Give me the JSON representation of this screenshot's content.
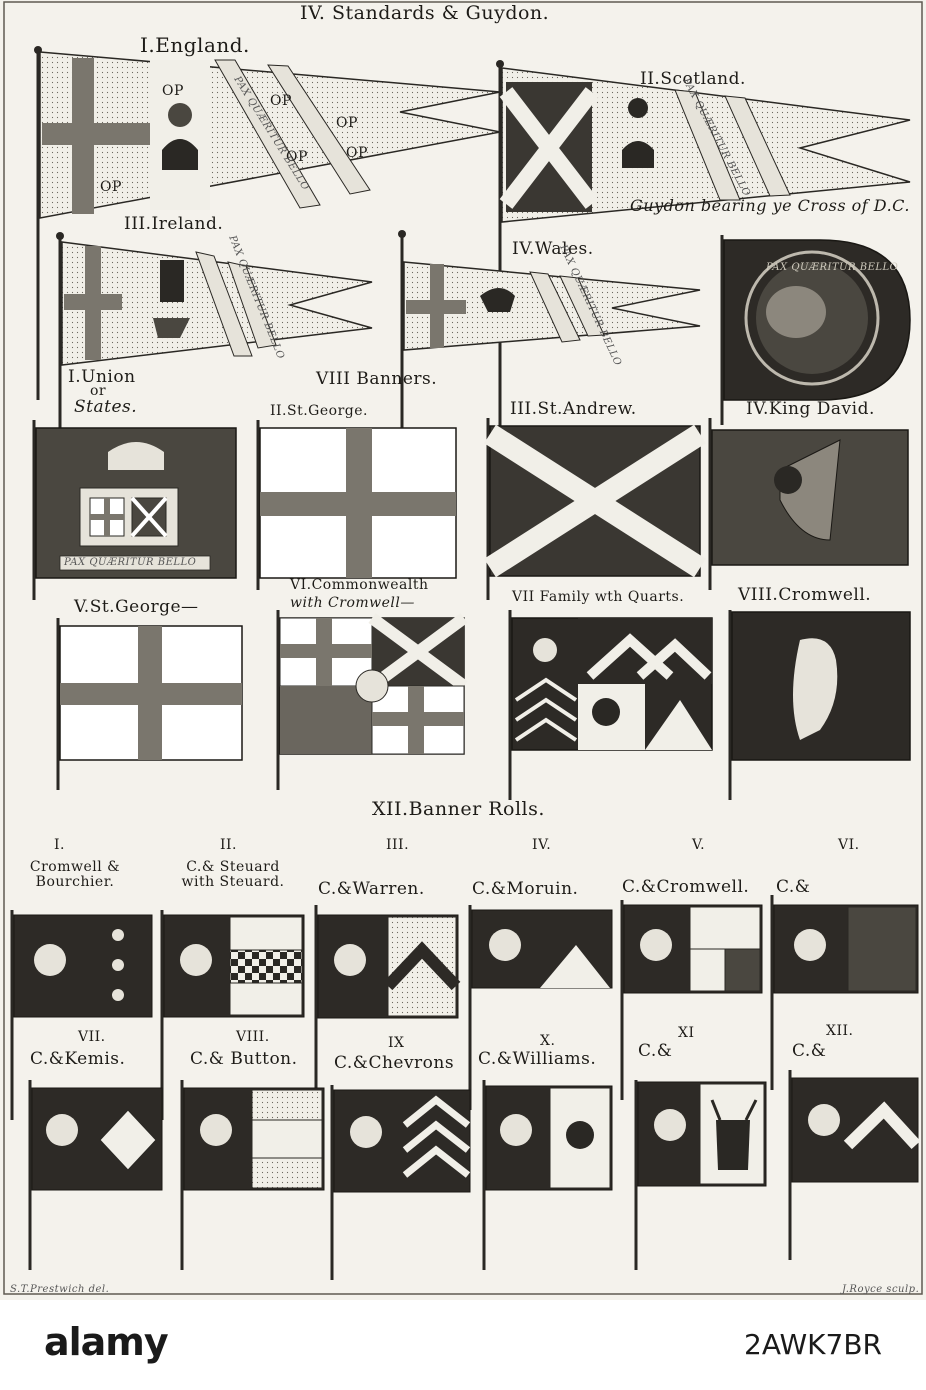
{
  "plate": {
    "title": "IV. Standards & Guydon.",
    "credit_left": "S.T.Prestwich del.",
    "credit_right": "J.Royce sculp."
  },
  "standards": {
    "england": "I.England.",
    "scotland": "II.Scotland.",
    "ireland": "III.Ireland.",
    "wales": "IV.Wales.",
    "guydon": "Guydon bearing ye Cross of D.C.",
    "england_motto": "PAX QUÆRITUR BELLO",
    "wales_motto": "PAX QUÆRITUR BELLO",
    "ireland_motto": "PAX QUÆRITUR BELLO",
    "scotland_motto": "PAX QUÆRITUR BELLO",
    "guydon_motto": "PAX QUÆRITUR BELLO",
    "op_mark": "OP"
  },
  "banners": {
    "heading": "VIII Banners.",
    "union_label": "I.Union",
    "union_or": "or",
    "union_states": "States.",
    "union_motto": "PAX QUÆRITUR BELLO",
    "b2": "II.St.George.",
    "b3": "III.St.Andrew.",
    "b4": "IV.King David.",
    "b5": "V.St.George—",
    "b6_line1": "VI.Commonwealth",
    "b6_line2": "with Cromwell—",
    "b7": "VII Family wth Quarts.",
    "b8": "VIII.Cromwell."
  },
  "rolls": {
    "heading": "XII.Banner Rolls.",
    "numerals_top": [
      "I.",
      "II.",
      "III.",
      "IV.",
      "V.",
      "VI."
    ],
    "names_top": [
      "Cromwell & Bourchier.",
      "C.& Steuard with Steuard.",
      "C.&Warren.",
      "C.&Moruin.",
      "C.&Cromwell.",
      "C.&"
    ],
    "numerals_bottom": [
      "VII.",
      "VIII.",
      "IX",
      "X.",
      "XI",
      "XII."
    ],
    "names_bottom": [
      "C.&Kemis.",
      "C.& Button.",
      "C.&Chevrons",
      "C.&Williams.",
      "C.&",
      "C.&"
    ]
  },
  "footer": {
    "logo_text": "alamy",
    "image_id": "2AWK7BR"
  },
  "colors": {
    "paper": "#f4f2ec",
    "ink": "#1e1c18",
    "footer_background": "#ffffff"
  }
}
